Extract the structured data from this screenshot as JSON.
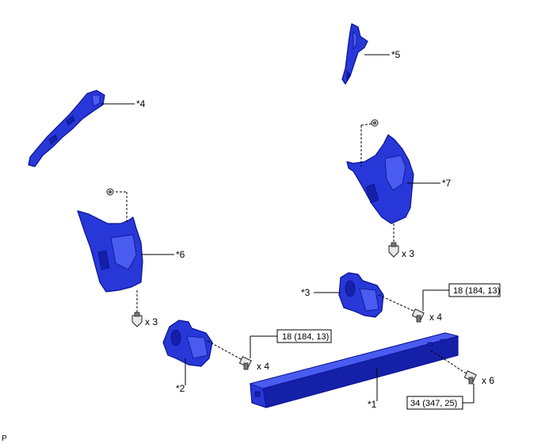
{
  "callouts": {
    "c1": "*1",
    "c2": "*2",
    "c3": "*3",
    "c4": "*4",
    "c5": "*5",
    "c6": "*6",
    "c7": "*7"
  },
  "quantities": {
    "q_rh_clip": "x 3",
    "q_lh_clip": "x 3",
    "q_rh_bolt": "x 4",
    "q_lh_bolt": "x 4",
    "q_beam_bolt": "x 6"
  },
  "torques": {
    "t_rh": "18 (184, 13)",
    "t_lh": "18 (184, 13)",
    "t_beam": "34 (347, 25)"
  },
  "corner_mark": "P",
  "colors": {
    "part_blue": "#2838d8",
    "part_outline": "#0a1290"
  }
}
